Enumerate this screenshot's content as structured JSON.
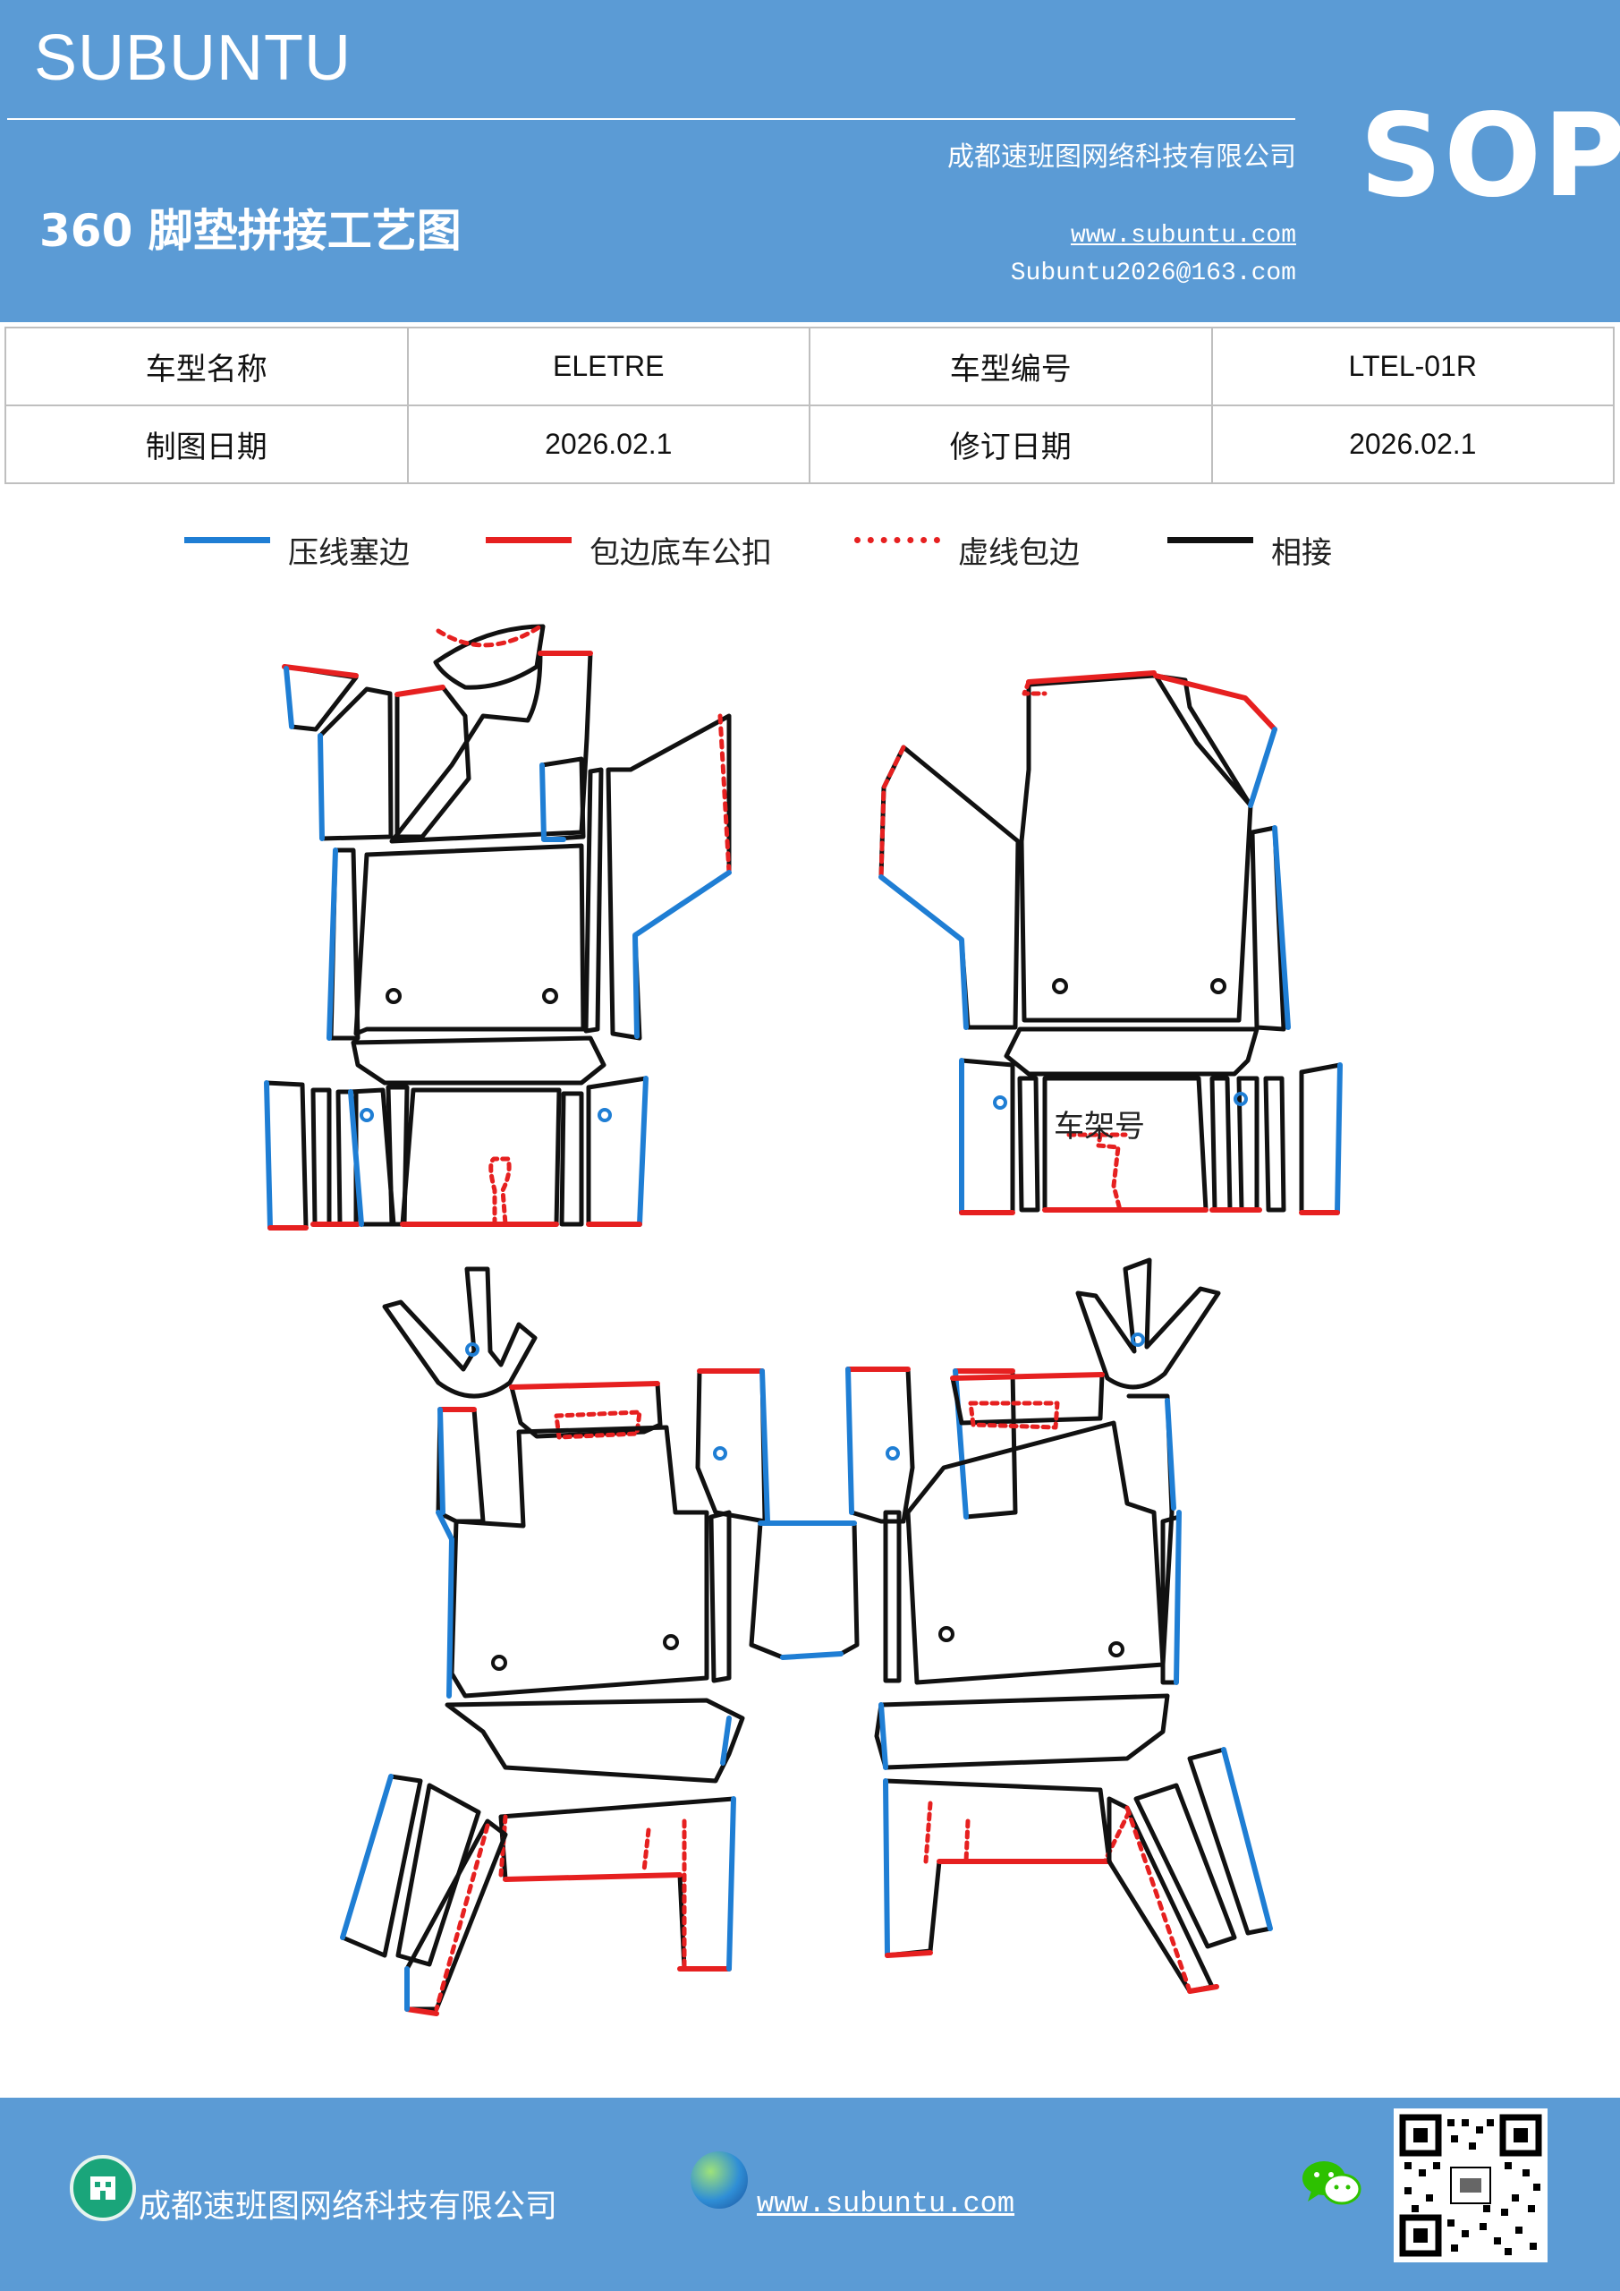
{
  "header": {
    "brand": "SUBUNTU",
    "company": "成都速班图网络科技有限公司",
    "title": "360 脚垫拼接工艺图",
    "website": "www.subuntu.com",
    "email": "Subuntu2026@163.com",
    "badge": "SOP"
  },
  "info": {
    "model_name_label": "车型名称",
    "model_name_value": "ELETRE",
    "model_code_label": "车型编号",
    "model_code_value": "LTEL-01R",
    "draw_date_label": "制图日期",
    "draw_date_value": "2026.02.1",
    "revise_date_label": "修订日期",
    "revise_date_value": "2026.02.1"
  },
  "legend": [
    {
      "label": "压线塞边",
      "color": "#1f7ed4",
      "style": "solid"
    },
    {
      "label": "包边底车公扣",
      "color": "#e62020",
      "style": "solid"
    },
    {
      "label": "虚线包边",
      "color": "#e62020",
      "style": "dotted"
    },
    {
      "label": "相接",
      "color": "#111111",
      "style": "solid"
    }
  ],
  "diagram": {
    "annotation": "车架号"
  },
  "footer": {
    "company": "成都速班图网络科技有限公司",
    "website": "www.subuntu.com",
    "icons": [
      "building-icon",
      "globe-icon",
      "wechat-icon",
      "qr-code"
    ]
  },
  "colors": {
    "header_bg": "#5b9bd5",
    "blue_edge": "#1f7ed4",
    "red_edge": "#e62020",
    "black_edge": "#111111"
  }
}
